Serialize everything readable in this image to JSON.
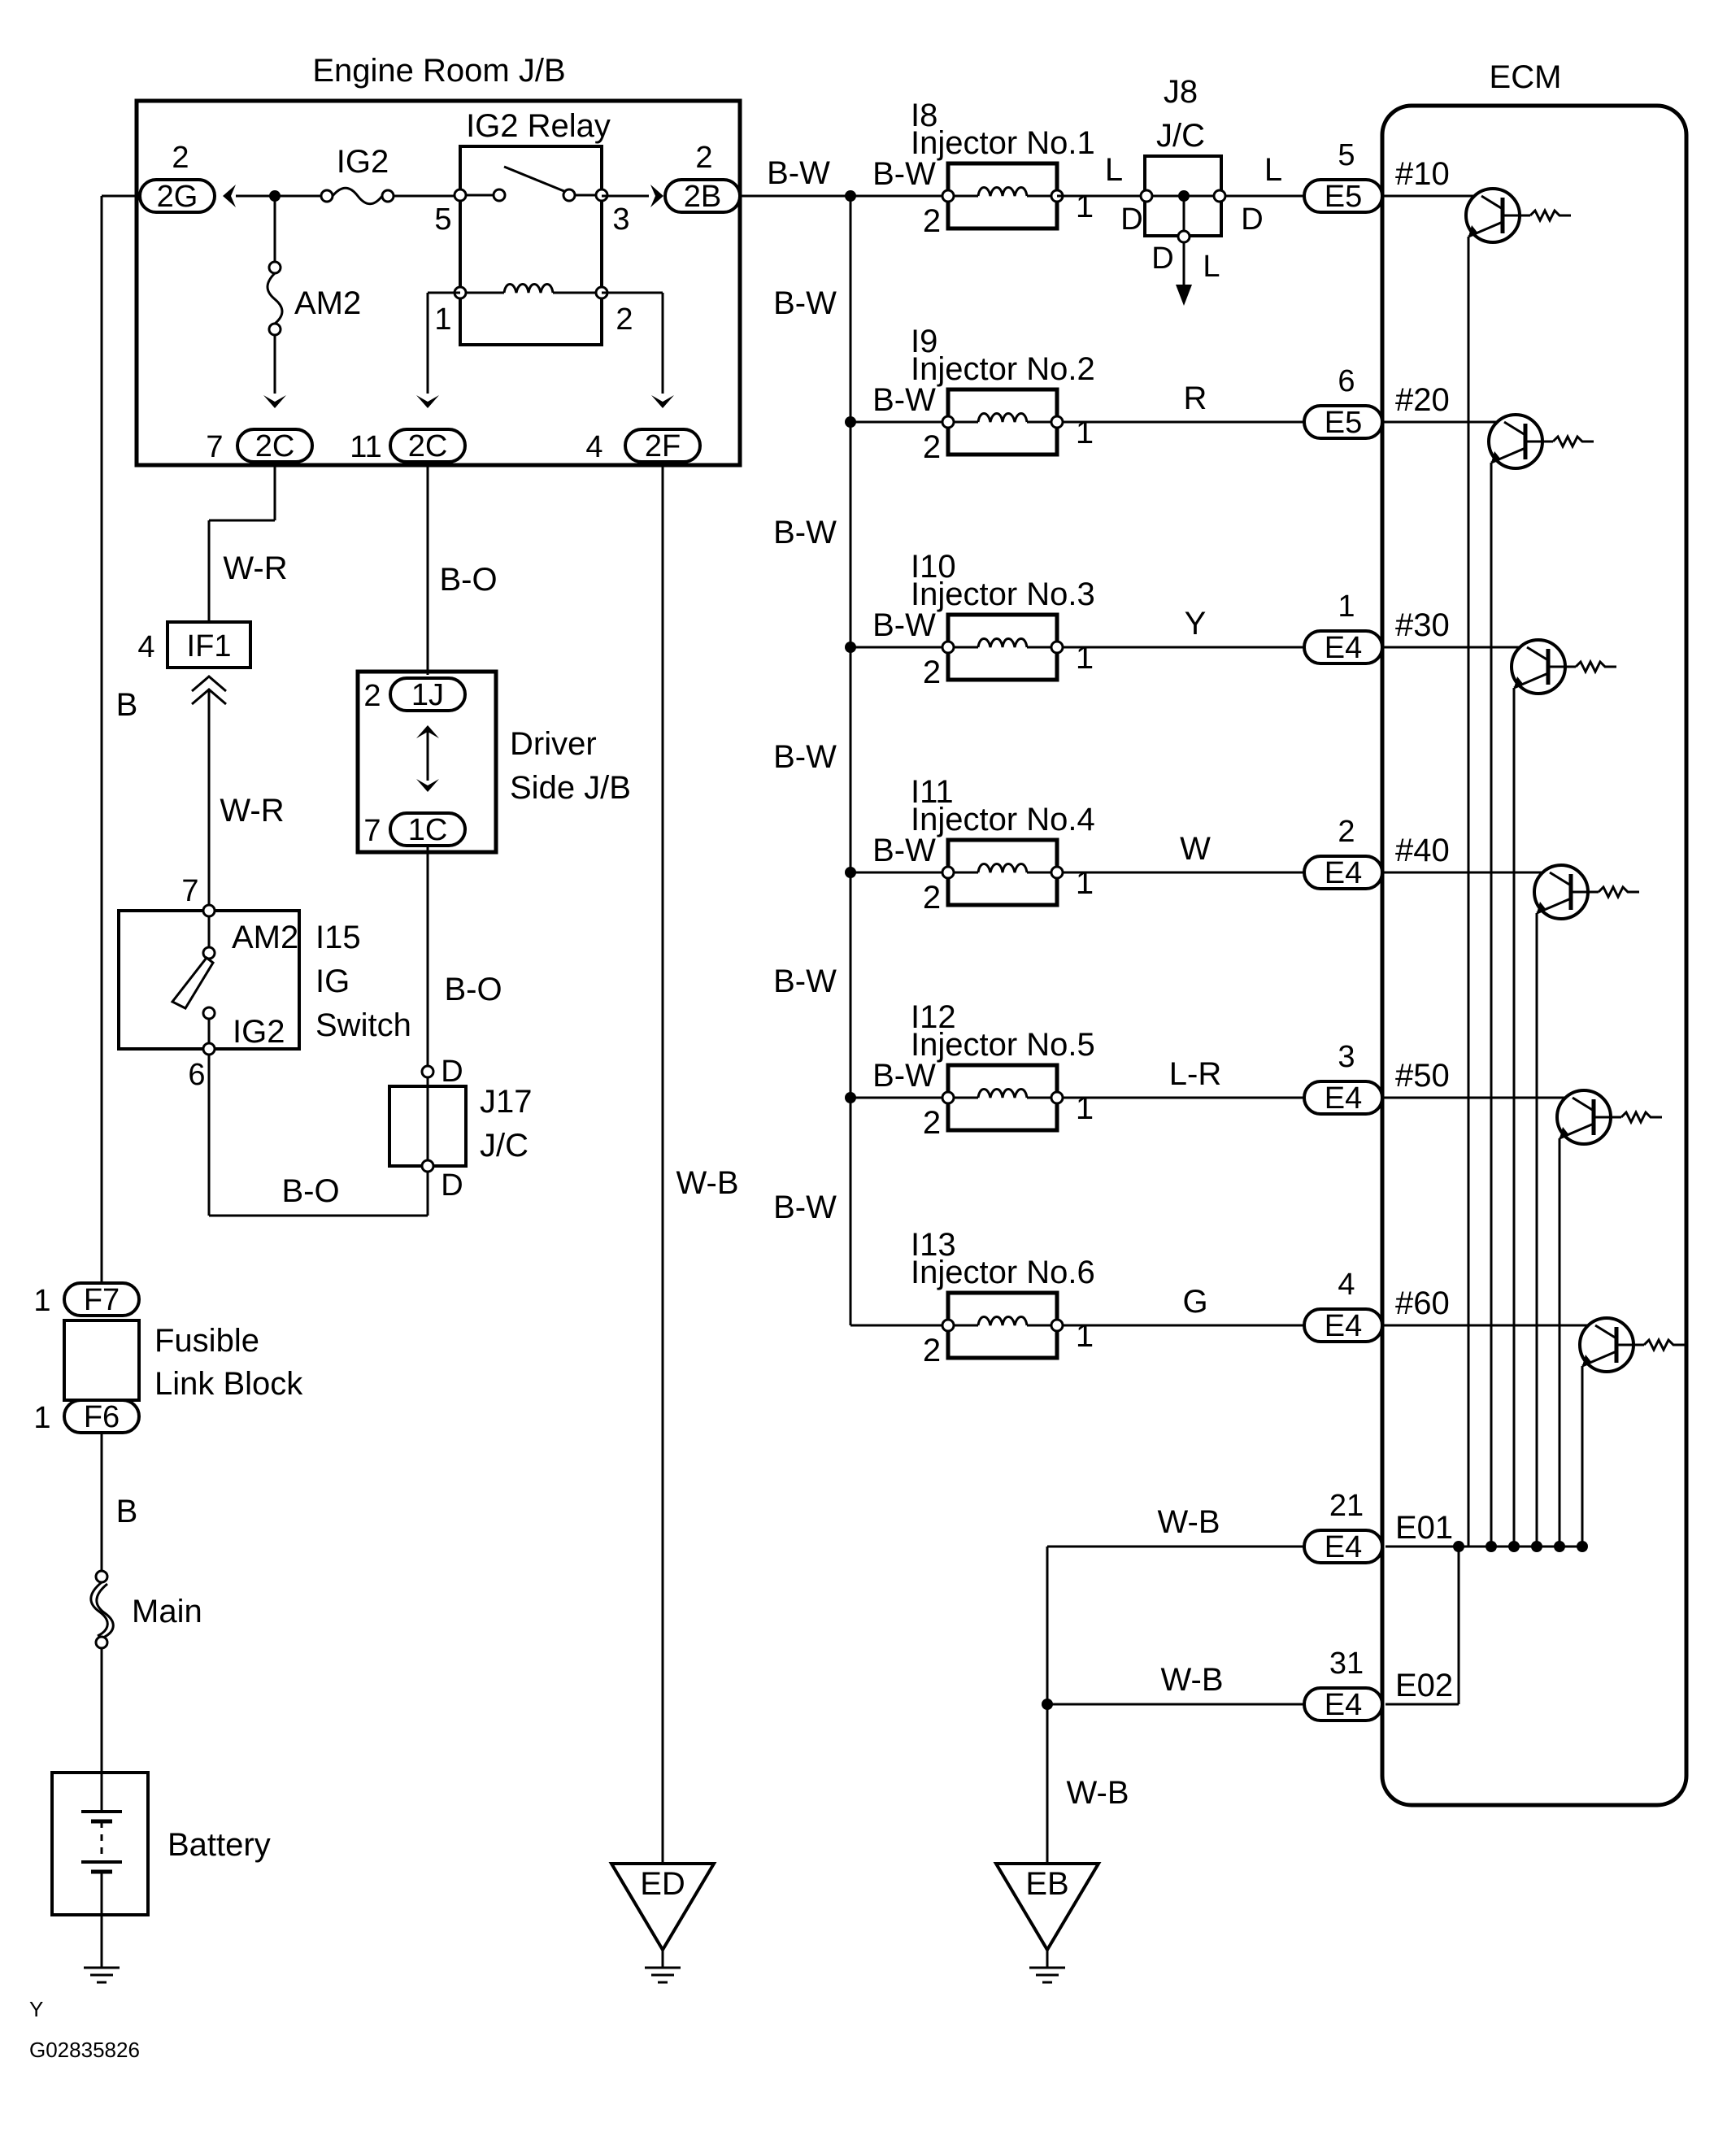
{
  "engine_jb": {
    "title": "Engine Room J/B",
    "relay_label": "IG2 Relay",
    "fuse_ig2": "IG2",
    "fuse_am2": "AM2",
    "pins": {
      "p2g_num": "2",
      "p2g": "2G",
      "p2b_num": "2",
      "p2b": "2B",
      "p5": "5",
      "p3": "3",
      "p1": "1",
      "p2": "2",
      "p2c7_num": "7",
      "p2c7": "2C",
      "p2c11_num": "11",
      "p2c11": "2C",
      "p2f_num": "4",
      "p2f": "2F"
    }
  },
  "ecm": {
    "title": "ECM",
    "drivers": [
      {
        "pin": "5",
        "conn": "E5",
        "label": "#10"
      },
      {
        "pin": "6",
        "conn": "E5",
        "label": "#20"
      },
      {
        "pin": "1",
        "conn": "E4",
        "label": "#30"
      },
      {
        "pin": "2",
        "conn": "E4",
        "label": "#40"
      },
      {
        "pin": "3",
        "conn": "E4",
        "label": "#50"
      },
      {
        "pin": "4",
        "conn": "E4",
        "label": "#60"
      }
    ],
    "grounds": [
      {
        "pin": "21",
        "conn": "E4",
        "label": "E01",
        "wire": "W-B"
      },
      {
        "pin": "31",
        "conn": "E4",
        "label": "E02",
        "wire": "W-B"
      }
    ]
  },
  "injectors": [
    {
      "code": "I8",
      "name": "Injector No.1",
      "in_wire": "B-W",
      "out_wire": "L",
      "pin_in": "2",
      "pin_out": "1"
    },
    {
      "code": "I9",
      "name": "Injector No.2",
      "in_wire": "B-W",
      "out_wire": "R",
      "pin_in": "2",
      "pin_out": "1"
    },
    {
      "code": "I10",
      "name": "Injector No.3",
      "in_wire": "B-W",
      "out_wire": "Y",
      "pin_in": "2",
      "pin_out": "1"
    },
    {
      "code": "I11",
      "name": "Injector No.4",
      "in_wire": "B-W",
      "out_wire": "W",
      "pin_in": "2",
      "pin_out": "1"
    },
    {
      "code": "I12",
      "name": "Injector No.5",
      "in_wire": "B-W",
      "out_wire": "L-R",
      "pin_in": "2",
      "pin_out": "1"
    },
    {
      "code": "I13",
      "name": "Injector No.6",
      "in_wire": "",
      "out_wire": "G",
      "pin_in": "2",
      "pin_out": "1"
    }
  ],
  "j8": {
    "code": "J8",
    "type": "J/C",
    "wire_out": "L",
    "d_left": "D",
    "d_right": "D",
    "d_bottom": "D",
    "wire_down": "L"
  },
  "bus": {
    "top": "B-W",
    "seg1": "B-W",
    "seg2": "B-W",
    "seg3": "B-W",
    "seg4": "B-W",
    "seg5": "B-W"
  },
  "ig_switch": {
    "code": "I15",
    "line1": "IG",
    "line2": "Switch",
    "am2": "AM2",
    "ig2": "IG2",
    "pin7": "7",
    "pin6": "6"
  },
  "if1": {
    "num": "4",
    "label": "IF1"
  },
  "driver_jb": {
    "line1": "Driver",
    "line2": "Side J/B",
    "p1j_num": "2",
    "p1j": "1J",
    "p1c_num": "7",
    "p1c": "1C"
  },
  "j17": {
    "code": "J17",
    "type": "J/C",
    "d_top": "D",
    "d_bottom": "D"
  },
  "fusible": {
    "line1": "Fusible",
    "line2": "Link Block",
    "f7_num": "1",
    "f7": "F7",
    "f6_num": "1",
    "f6": "F6"
  },
  "main_fuse": "Main",
  "battery": "Battery",
  "wires": {
    "b_upper": "B",
    "b_lower": "B",
    "wr_upper": "W-R",
    "wr_lower": "W-R",
    "bo_upper": "B-O",
    "bo_mid": "B-O",
    "bo_bottom": "B-O",
    "wb_ed": "W-B",
    "wb_eb": "W-B"
  },
  "grounds": {
    "ed": "ED",
    "eb": "EB"
  },
  "footer": {
    "code": "Y",
    "figure_id": "G02835826"
  }
}
